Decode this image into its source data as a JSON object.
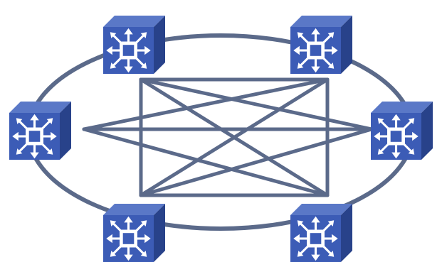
{
  "diagram": {
    "type": "full-mesh-network",
    "node_icon": "network-switch-icon",
    "node_count": 6,
    "nodes": [
      {
        "id": "switch-top-left"
      },
      {
        "id": "switch-top-right"
      },
      {
        "id": "switch-left"
      },
      {
        "id": "switch-right"
      },
      {
        "id": "switch-bottom-left"
      },
      {
        "id": "switch-bottom-right"
      }
    ],
    "links": [
      [
        "switch-top-left",
        "switch-bottom-left"
      ],
      [
        "switch-top-right",
        "switch-bottom-right"
      ],
      [
        "switch-top-left",
        "switch-top-right"
      ],
      [
        "switch-bottom-left",
        "switch-bottom-right"
      ],
      [
        "switch-left",
        "switch-right"
      ],
      [
        "switch-top-left",
        "switch-bottom-right"
      ],
      [
        "switch-top-right",
        "switch-bottom-left"
      ],
      [
        "switch-left",
        "switch-top-right"
      ],
      [
        "switch-left",
        "switch-bottom-right"
      ],
      [
        "switch-right",
        "switch-top-left"
      ],
      [
        "switch-right",
        "switch-bottom-left"
      ]
    ],
    "colors": {
      "line": "#5b6a8a",
      "box_front": "#3c5cb6",
      "box_top": "#5a78c7",
      "box_side": "#28428a",
      "arrow": "#ffffff"
    }
  }
}
